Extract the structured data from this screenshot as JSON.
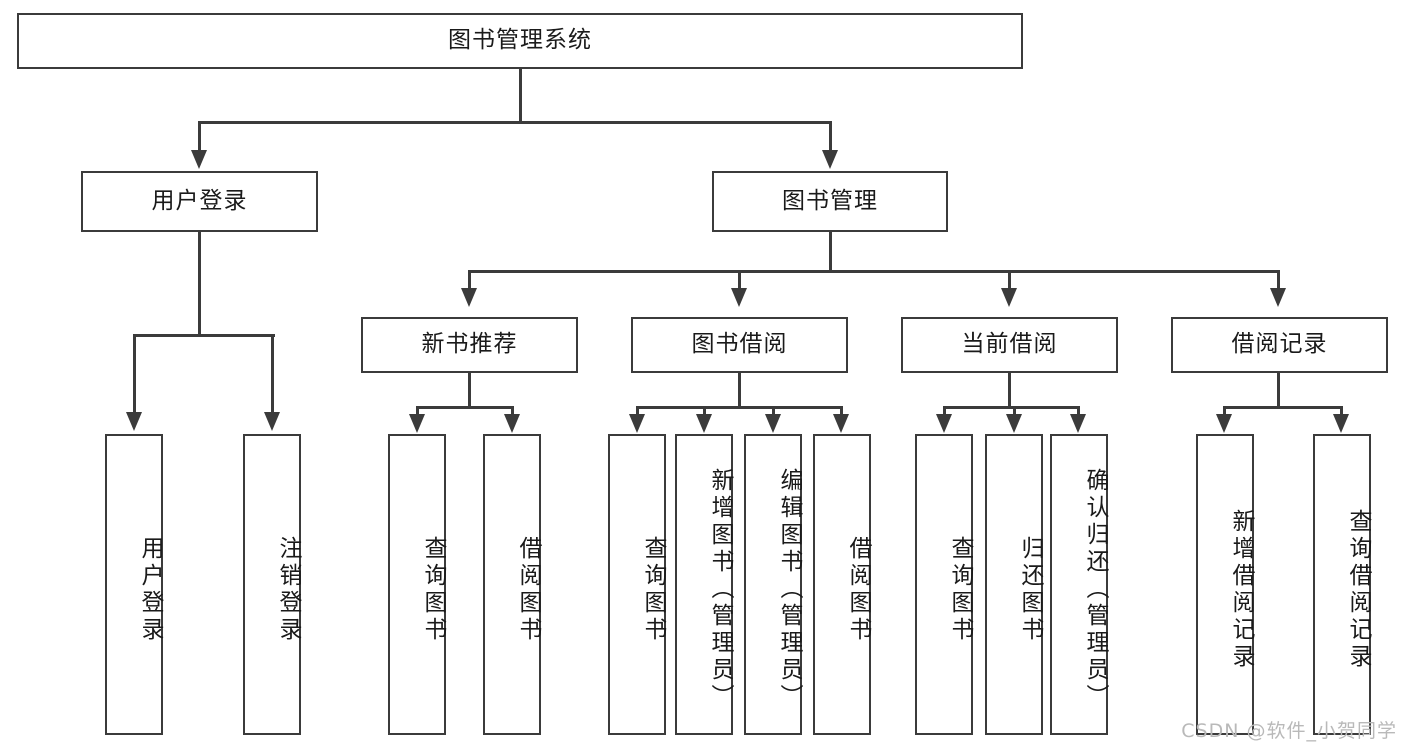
{
  "diagram": {
    "title": "图书管理系统",
    "type": "tree-hierarchy-functional-structure",
    "root": {
      "label": "图书管理系统"
    },
    "level2": [
      {
        "label": "用户登录"
      },
      {
        "label": "图书管理"
      }
    ],
    "level3": [
      {
        "label": "新书推荐"
      },
      {
        "label": "图书借阅"
      },
      {
        "label": "当前借阅"
      },
      {
        "label": "借阅记录"
      }
    ],
    "leaves": [
      {
        "label": "用户登录"
      },
      {
        "label": "注销登录"
      },
      {
        "label": "查询图书"
      },
      {
        "label": "借阅图书"
      },
      {
        "label": "查询图书"
      },
      {
        "label": "新增图书（管理员）"
      },
      {
        "label": "编辑图书（管理员）"
      },
      {
        "label": "借阅图书"
      },
      {
        "label": "查询图书"
      },
      {
        "label": "归还图书"
      },
      {
        "label": "确认归还（管理员）"
      },
      {
        "label": "新增借阅记录"
      },
      {
        "label": "查询借阅记录"
      }
    ],
    "colors": {
      "stroke": "#3b3b3b",
      "fill": "#ffffff",
      "text": "#1a1a1a",
      "watermark": "#b9b9b9"
    }
  },
  "watermark": {
    "text": "CSDN @软件_小贺同学"
  }
}
